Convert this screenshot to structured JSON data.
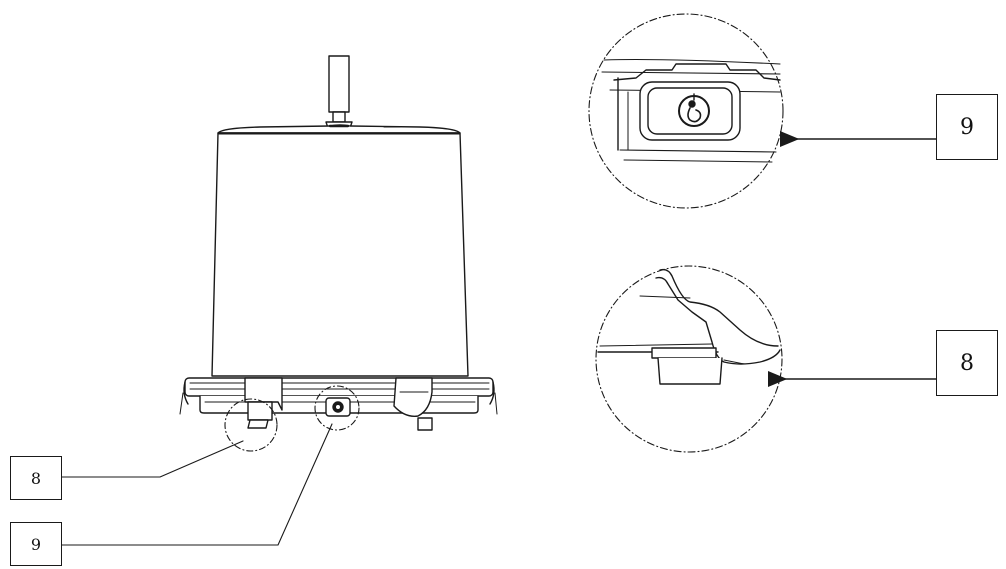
{
  "callouts": {
    "bottom_left_upper": "8",
    "bottom_left_lower": "9",
    "detail_top": "9",
    "detail_bottom": "8"
  },
  "colors": {
    "line": "#1a1a1a",
    "background": "#ffffff"
  }
}
